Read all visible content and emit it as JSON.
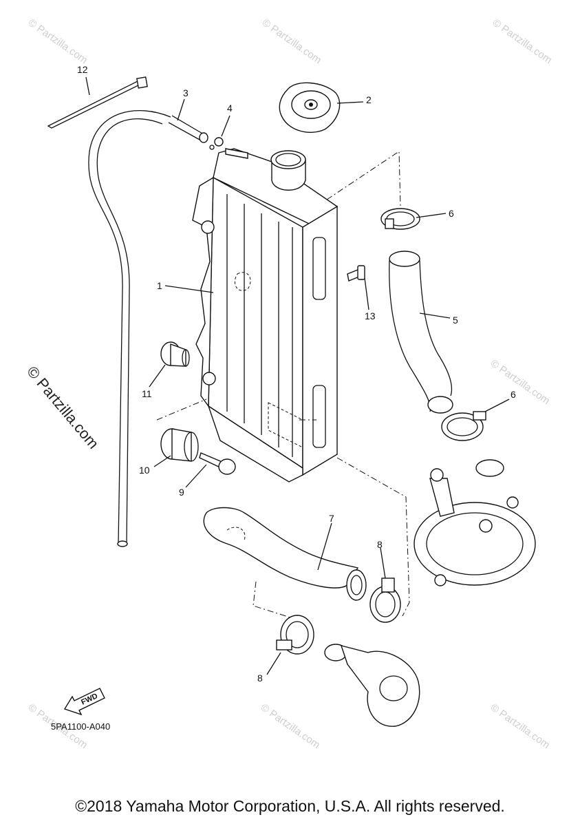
{
  "diagram_code": "5PA1100-A040",
  "fwd_label": "FWD",
  "copyright": "©2018 Yamaha Motor Corporation, U.S.A. All rights reserved.",
  "watermark_small": "© Partzilla.com",
  "watermark_large": "© Partzilla.com",
  "callouts": [
    "1",
    "2",
    "3",
    "4",
    "5",
    "6",
    "6",
    "7",
    "8",
    "8",
    "9",
    "10",
    "11",
    "12",
    "13"
  ]
}
